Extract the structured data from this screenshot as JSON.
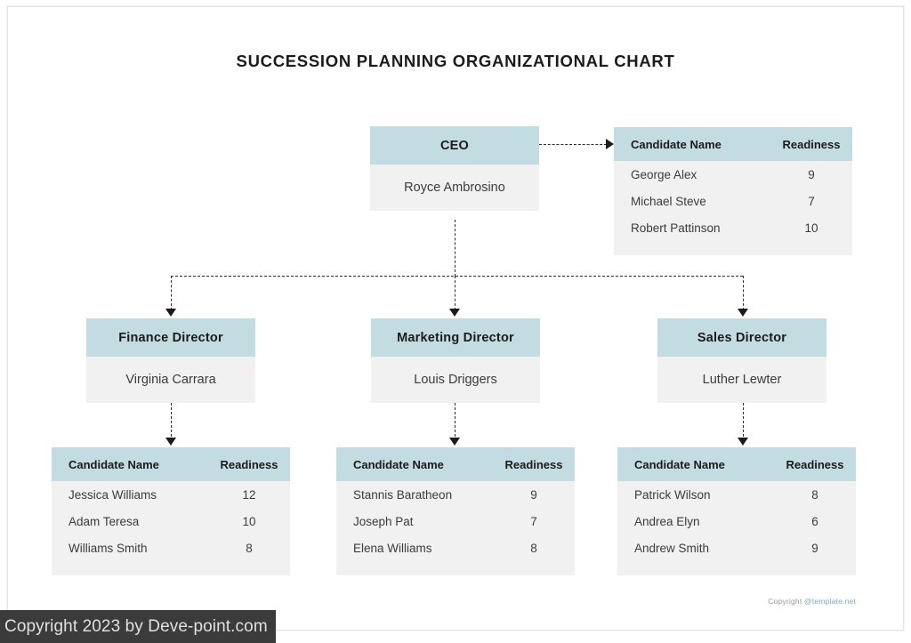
{
  "title": "SUCCESSION PLANNING ORGANIZATIONAL CHART",
  "colors": {
    "header_band": "#c2dce1",
    "body_fill": "#f1f1f1",
    "connector": "#1b1b1b",
    "watermark_bg": "#3b3b3b",
    "link": "#7aa7d9"
  },
  "nodes": {
    "ceo": {
      "role": "CEO",
      "person": "Royce Ambrosino"
    },
    "finance": {
      "role": "Finance Director",
      "person": "Virginia Carrara"
    },
    "marketing": {
      "role": "Marketing Director",
      "person": "Louis Driggers"
    },
    "sales": {
      "role": "Sales Director",
      "person": "Luther Lewter"
    }
  },
  "table_headers": {
    "name": "Candidate Name",
    "readiness": "Readiness"
  },
  "tables": {
    "ceo": {
      "rows": [
        {
          "name": "George Alex",
          "readiness": "9"
        },
        {
          "name": "Michael Steve",
          "readiness": "7"
        },
        {
          "name": "Robert Pattinson",
          "readiness": "10"
        }
      ]
    },
    "finance": {
      "rows": [
        {
          "name": "Jessica Williams",
          "readiness": "12"
        },
        {
          "name": "Adam Teresa",
          "readiness": "10"
        },
        {
          "name": "Williams Smith",
          "readiness": "8"
        }
      ]
    },
    "marketing": {
      "rows": [
        {
          "name": "Stannis Baratheon",
          "readiness": "9"
        },
        {
          "name": "Joseph Pat",
          "readiness": "7"
        },
        {
          "name": "Elena Williams",
          "readiness": "8"
        }
      ]
    },
    "sales": {
      "rows": [
        {
          "name": "Patrick Wilson",
          "readiness": "8"
        },
        {
          "name": "Andrea Elyn",
          "readiness": "6"
        },
        {
          "name": "Andrew Smith",
          "readiness": "9"
        }
      ]
    }
  },
  "footer": {
    "template_credit_prefix": "Copyright ",
    "template_credit_link": "@template.net",
    "watermark": "Copyright 2023 by Deve-point.com"
  }
}
